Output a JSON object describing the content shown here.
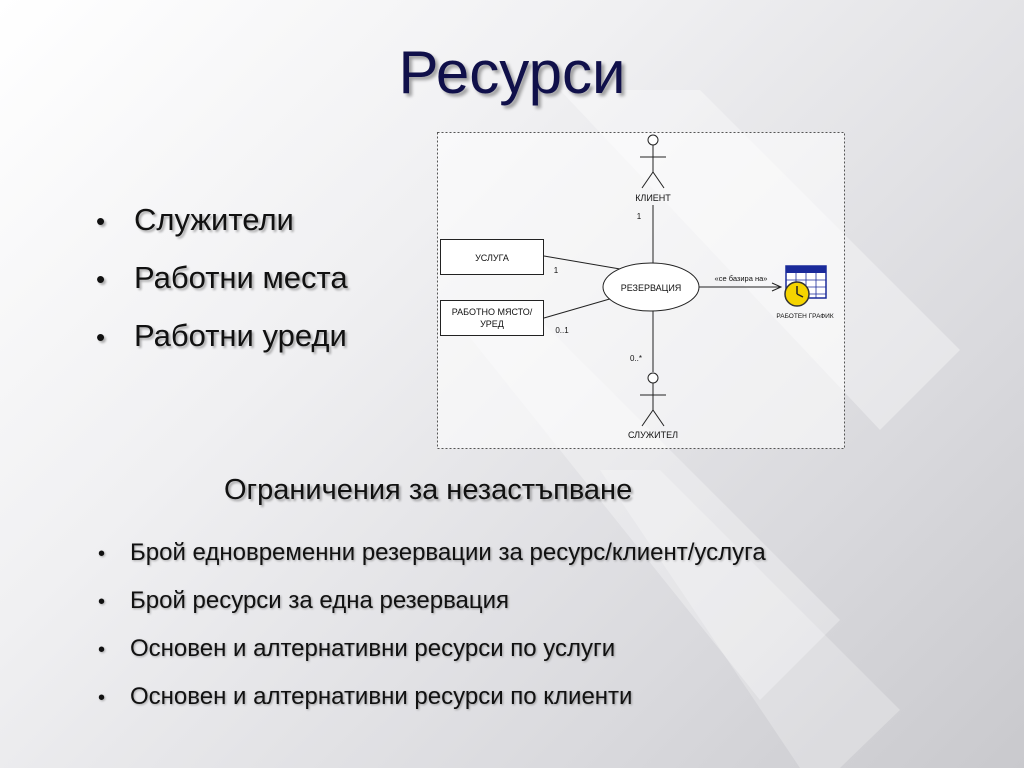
{
  "slide": {
    "title": "Ресурси",
    "top_bullets": [
      "Служители",
      "Работни места",
      "Работни уреди"
    ],
    "subtitle": "Ограничения за незастъпване",
    "bottom_bullets": [
      "Брой едновременни резервации за ресурс/клиент/услуга",
      "Брой ресурси за една резервация",
      "Основен и алтернативни ресурси по услуги",
      "Основен и алтернативни ресурси по клиенти"
    ],
    "bullet_char": "•"
  },
  "diagram": {
    "actor_client": "КЛИЕНТ",
    "mult_client": "1",
    "box_service": "УСЛУГА",
    "mult_service": "1",
    "box_workplace_line1": "РАБОТНО МЯСТО/",
    "box_workplace_line2": "УРЕД",
    "mult_workplace": "0..1",
    "usecase": "РЕЗЕРВАЦИЯ",
    "stereotype": "«се базира на»",
    "schedule_label": "РАБОТЕН ГРАФИК",
    "mult_employee": "0..*",
    "actor_employee": "СЛУЖИТЕЛ"
  },
  "colors": {
    "title": "#10104a",
    "text": "#111111",
    "calendar_blue": "#1a2a9a",
    "clock_yellow": "#f5d400"
  }
}
